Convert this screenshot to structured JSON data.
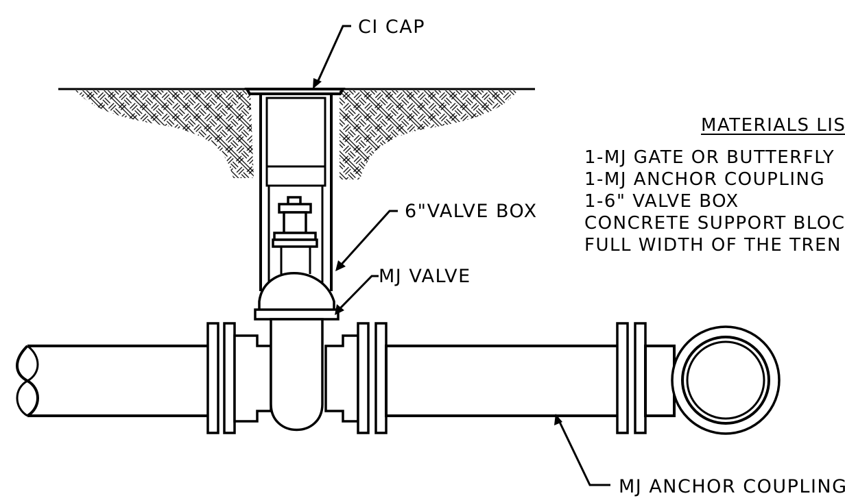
{
  "labels": {
    "ci_cap": "CI CAP",
    "valve_box": "6\"VALVE BOX",
    "mj_valve": "MJ VALVE",
    "mj_anchor_coupling": "MJ ANCHOR COUPLING"
  },
  "materials": {
    "title": "MATERIALS LIS",
    "items": [
      "1-MJ GATE OR BUTTERFLY",
      "1-MJ ANCHOR COUPLING",
      "1-6\" VALVE BOX",
      "CONCRETE SUPPORT BLOC",
      "FULL WIDTH OF THE TREN"
    ]
  },
  "colors": {
    "ink": "#000000",
    "paper": "#ffffff"
  }
}
